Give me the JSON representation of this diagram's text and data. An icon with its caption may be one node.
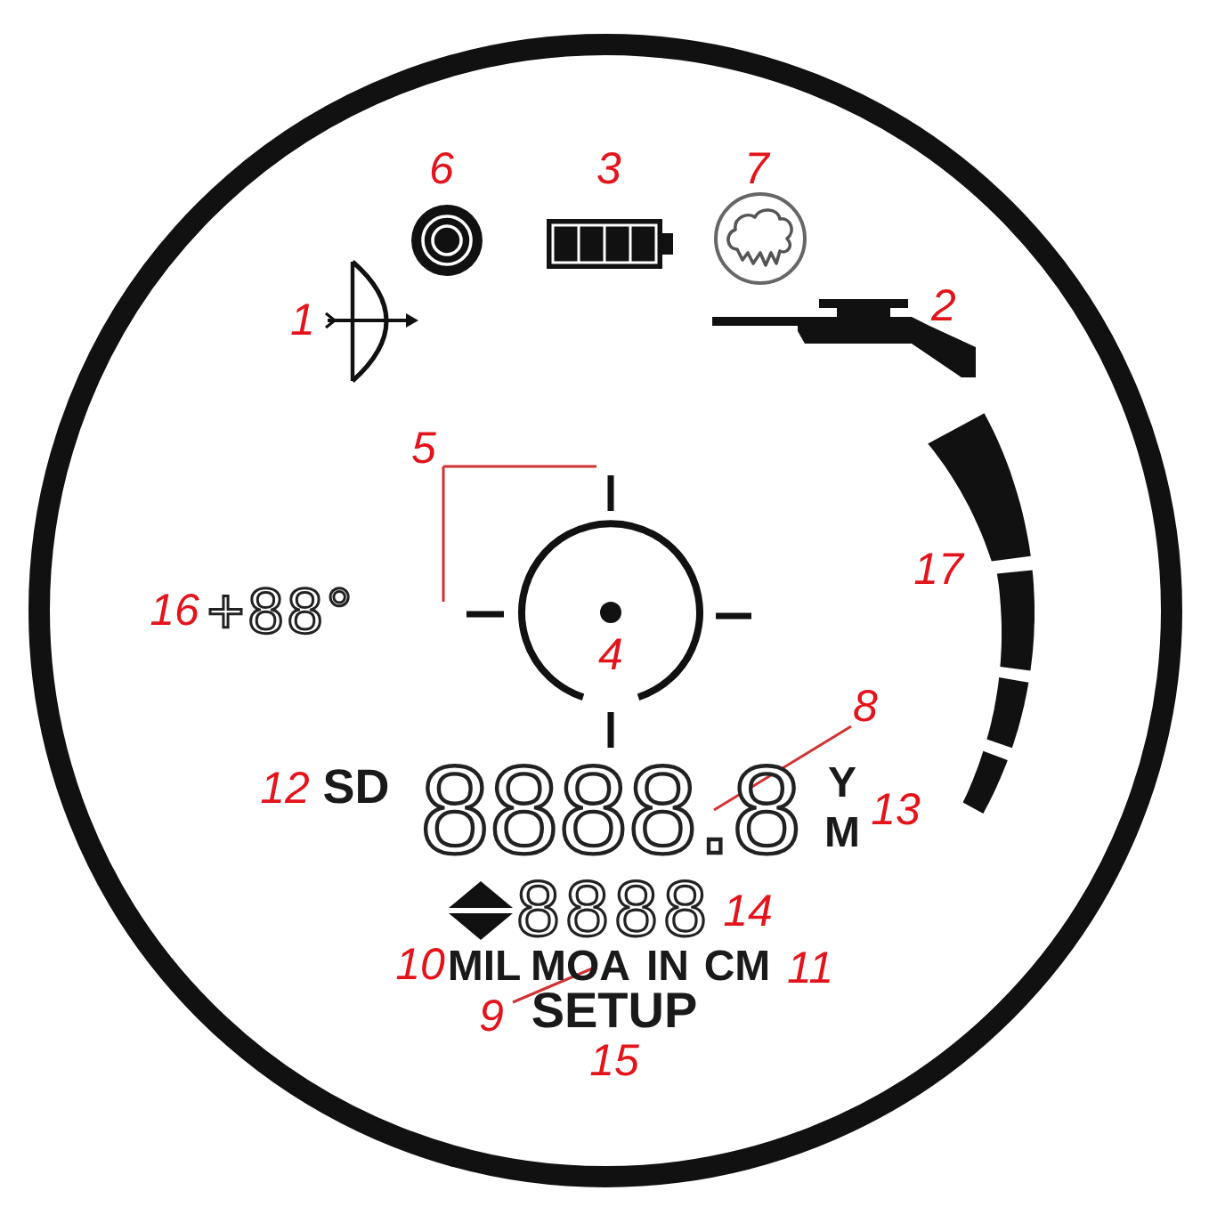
{
  "diagram": {
    "nodes": [
      {
        "text": [
          "5"
        ]
      },
      {
        "text": [],
        "shape": "picture"
      },
      {
        "text": [
          "8"
        ]
      },
      {
        "text": [
          "8888.8"
        ]
      },
      {
        "text": [
          "MOA"
        ]
      },
      {
        "text": [
          "9"
        ]
      }
    ],
    "edges": [
      {
        "from": 0,
        "to": 1,
        "arrow": "none"
      },
      {
        "from": 2,
        "to": 3,
        "arrow": "none"
      },
      {
        "from": 5,
        "to": 4,
        "arrow": "none"
      }
    ],
    "labels": [
      "6",
      "3",
      "7",
      "1",
      "2",
      "17",
      "16",
      "+88°",
      "4",
      "12",
      "SD",
      "Y",
      "13",
      "M",
      "8888",
      "14",
      "10",
      "MIL",
      "IN",
      "CM",
      "11",
      "SETUP",
      "15"
    ]
  }
}
